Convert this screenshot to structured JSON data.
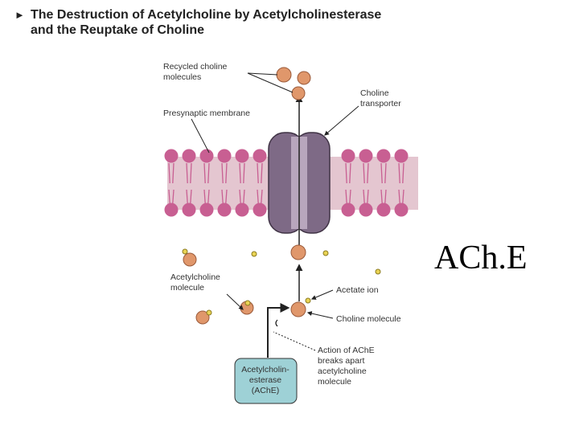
{
  "title": {
    "line1": "The Destruction of Acetylcholine by Acetylcholinesterase",
    "line2": "and the Reuptake of Choline"
  },
  "side_label": "ACh.E",
  "labels": {
    "recycled_choline": [
      "Recycled choline",
      "molecules"
    ],
    "choline_transporter": [
      "Choline",
      "transporter"
    ],
    "presynaptic_membrane": "Presynaptic membrane",
    "acetylcholine_molecule": [
      "Acetylcholine",
      "molecule"
    ],
    "acetate_ion": "Acetate ion",
    "choline_molecule": "Choline molecule",
    "action_ache": [
      "Action of AChE",
      "breaks apart",
      "acetylcholine",
      "molecule"
    ],
    "enzyme": [
      "Acetylcholin-",
      "esterase",
      "(AChE)"
    ]
  },
  "colors": {
    "lipid_head": "#c85f92",
    "membrane_band": "#e4c6d0",
    "transporter": "#7e6a86",
    "choline": "#e0976b",
    "acetate": "#e9d354",
    "enzyme_box": "#9ed1d6"
  }
}
